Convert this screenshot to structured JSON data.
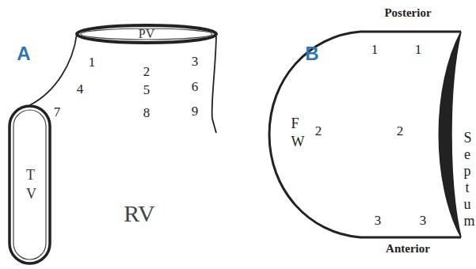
{
  "diagram": {
    "nodes": [
      {
        "text": [
          "PV"
        ]
      },
      {
        "text": [
          "TV"
        ]
      }
    ],
    "edges": [
      {
        "from": 0,
        "to": 1,
        "arrow": "none"
      }
    ],
    "labels": [
      "A",
      "1",
      "2",
      "3",
      "4",
      "5",
      "6",
      "7",
      "8",
      "9",
      "RV",
      "B",
      "Posterior",
      "1",
      "1",
      "FW",
      "2",
      "2",
      "Septum",
      "3",
      "3",
      "Anterior"
    ]
  }
}
